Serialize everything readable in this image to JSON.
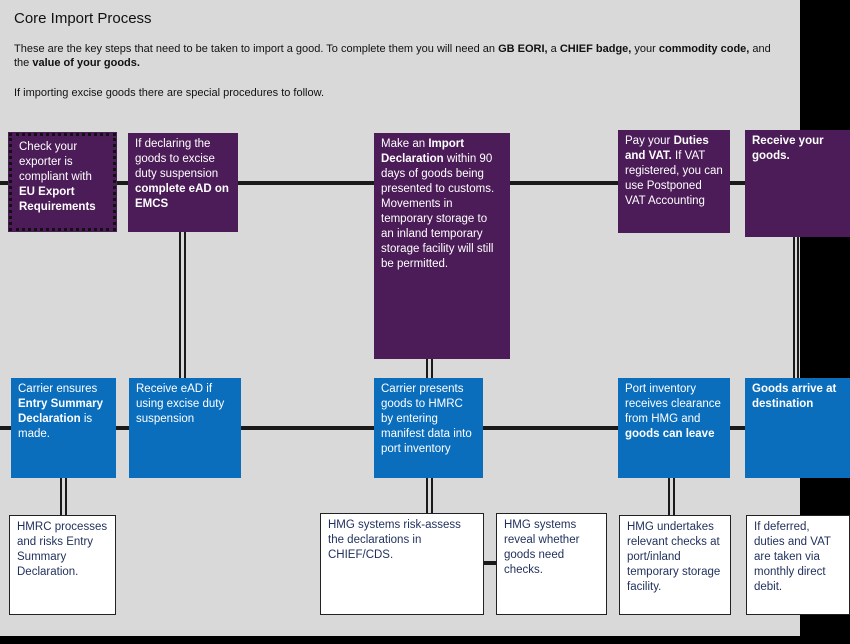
{
  "title": "Core Import Process",
  "intro": {
    "t1": "These are the key steps that need to be taken to import a good. To complete them you will need an ",
    "b1": "GB EORI,",
    "t2": " a ",
    "b2": "CHIEF badge,",
    "t3": " your ",
    "b3": "commodity code,",
    "t4": " and the ",
    "b4": "value of your goods."
  },
  "excise_note": "If importing excise goods there are special procedures to follow.",
  "boxes": {
    "check_exporter": {
      "t1": "Check your exporter is compliant with ",
      "b1": "EU Export Requirements"
    },
    "declare_excise": {
      "t1": "If declaring the goods to excise duty suspension ",
      "b1": "complete eAD on EMCS"
    },
    "import_declaration": {
      "t1": "Make an ",
      "b1": "Import Declaration",
      "t2": " within 90 days of goods being presented to customs. Movements in temporary storage to an inland temporary storage facility will still be permitted."
    },
    "pay_duties": {
      "t1": "Pay your ",
      "b1": "Duties and VAT.",
      "t2": " If VAT registered, you can use Postponed VAT Accounting"
    },
    "receive_goods": {
      "b1": "Receive your goods."
    },
    "carrier_ensures": {
      "t1": "Carrier ensures ",
      "b1": "Entry Summary Declaration",
      "t2": " is made."
    },
    "receive_ead": {
      "t1": "Receive eAD if using excise duty suspension"
    },
    "carrier_presents": {
      "t1": "Carrier presents goods to HMRC by entering manifest data into port inventory"
    },
    "port_inventory": {
      "t1": "Port inventory receives clearance from HMG and ",
      "b1": "goods can leave"
    },
    "goods_arrive": {
      "b1": "Goods arrive at destination"
    },
    "hmrc_processes": {
      "t1": "HMRC processes and risks Entry Summary Declaration."
    },
    "hmg_risk_assess": {
      "t1": "HMG systems risk-assess the declarations in CHIEF/CDS."
    },
    "hmg_reveal": {
      "t1": "HMG systems reveal whether goods need checks."
    },
    "hmg_checks": {
      "t1": "HMG undertakes relevant checks at port/inland temporary storage facility."
    },
    "deferred_duties": {
      "t1": "If deferred, duties and VAT are taken via monthly direct debit."
    }
  },
  "colors": {
    "purple": "#4b1c57",
    "blue": "#0a6ebd",
    "background": "#d9d9d9",
    "line": "#1a1a1a"
  }
}
